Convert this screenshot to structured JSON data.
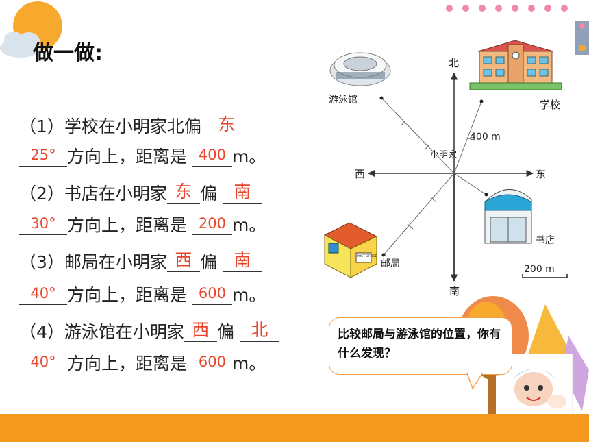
{
  "title": "做一做:",
  "questions": [
    {
      "prefix": "（1）学校在小明家北偏",
      "dir1": "",
      "dir2": "东",
      "angle": "25°",
      "mid": "方向上，距离是",
      "distance": "400",
      "unit": "m。"
    },
    {
      "prefix": "（2）书店在小明家",
      "dir1": "东",
      "pian": "偏",
      "dir2": "南",
      "angle": "30°",
      "mid": "方向上，距离是",
      "distance": "200",
      "unit": "m。"
    },
    {
      "prefix": "（3）邮局在小明家",
      "dir1": "西",
      "pian": "偏",
      "dir2": "南",
      "angle": "40°",
      "mid": "方向上，距离是",
      "distance": "600",
      "unit": "m。"
    },
    {
      "prefix": "（4）游泳馆在小明家",
      "dir1": "西",
      "pian": "偏",
      "dir2": "北",
      "angle": "40°",
      "mid": "方向上，距离是",
      "distance": "600",
      "unit": "m。"
    }
  ],
  "map": {
    "north": "北",
    "south": "南",
    "east": "东",
    "west": "西",
    "center": "小明家",
    "school": "学校",
    "pool": "游泳馆",
    "bookstore": "书店",
    "post_office": "邮局",
    "school_distance": "400 m",
    "scale": "200 m",
    "post_sign": "POST OFFICE"
  },
  "bubble": "比较邮局与游泳馆的位置，你有什么发现？",
  "colors": {
    "answer": "#e8452b",
    "accent": "#f59a1e",
    "dots": "#f08aa6"
  }
}
